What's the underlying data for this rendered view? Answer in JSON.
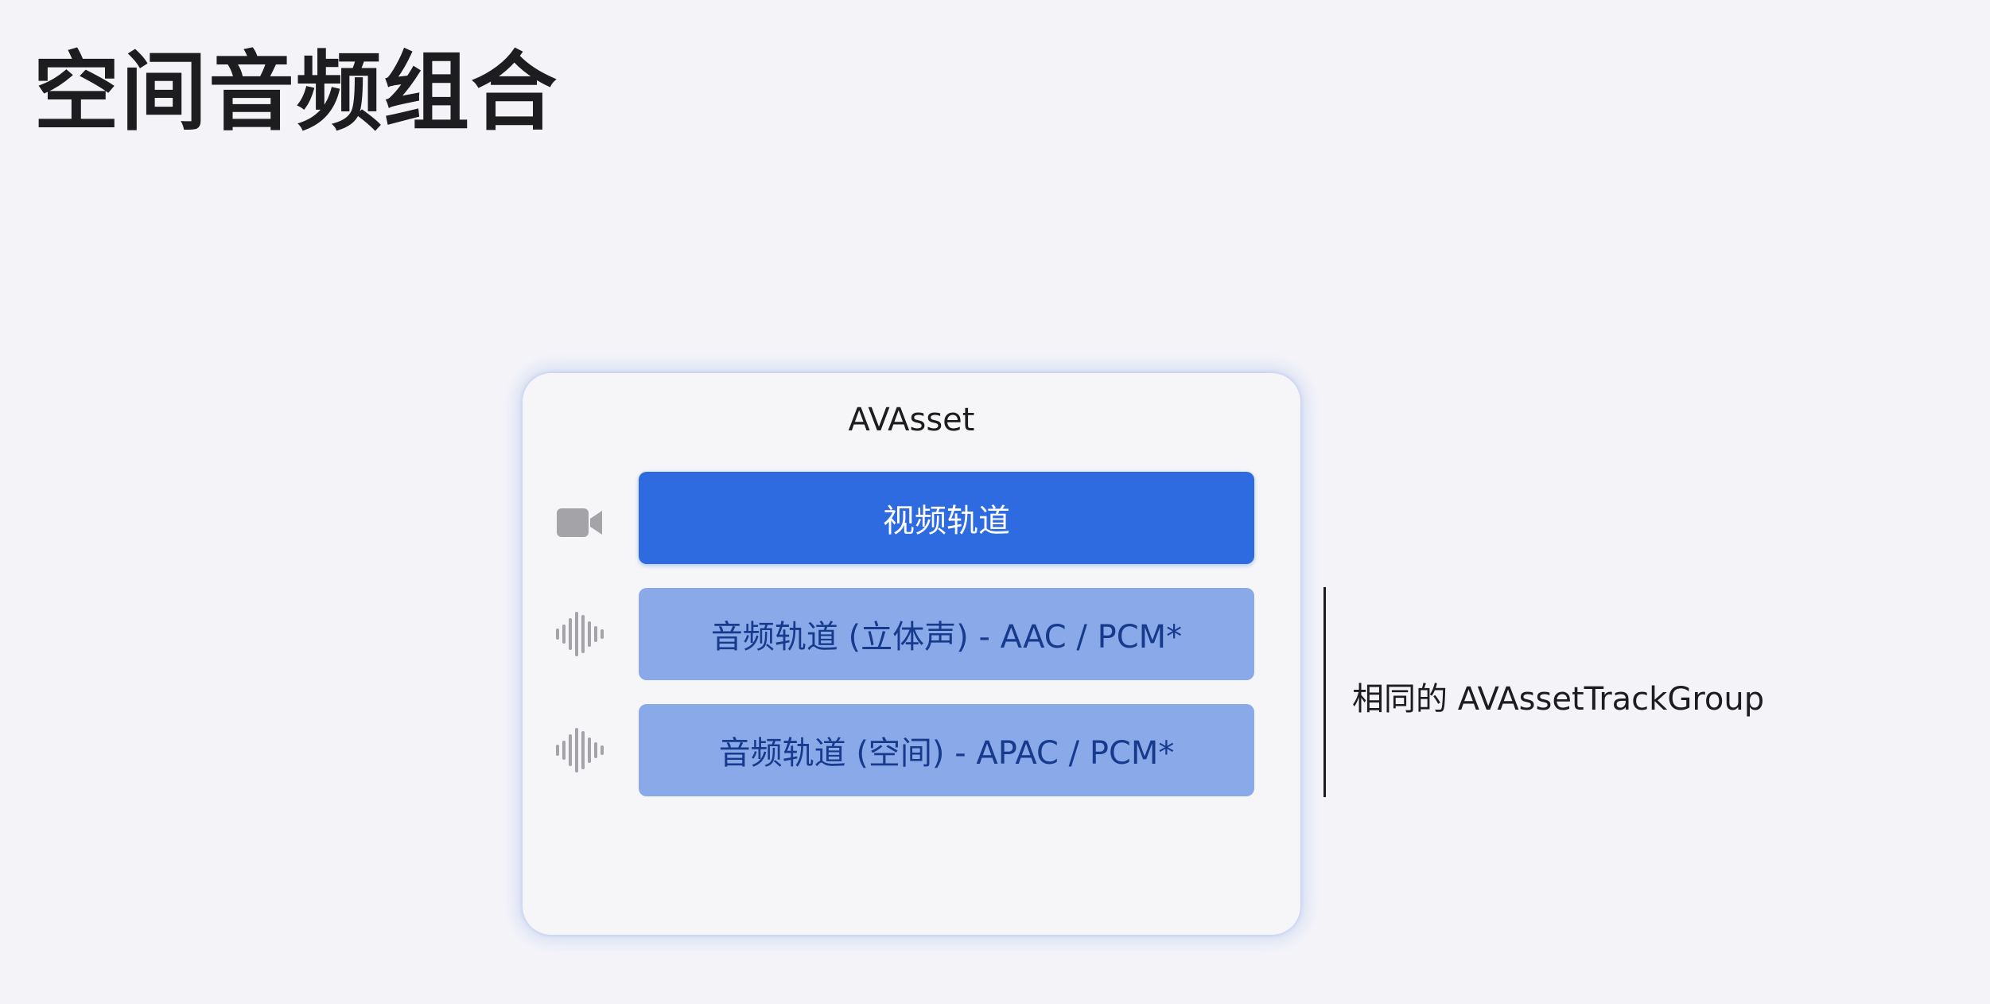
{
  "slide": {
    "title": "空间音频组合"
  },
  "asset": {
    "title": "AVAsset",
    "tracks": [
      {
        "label": "视频轨道",
        "icon": "video-camera-icon",
        "color": "#2e6be0"
      },
      {
        "label": "音频轨道 (立体声) - AAC / PCM*",
        "icon": "audio-waveform-icon",
        "color": "#8aa9e9"
      },
      {
        "label": "音频轨道 (空间) - APAC / PCM*",
        "icon": "audio-waveform-icon",
        "color": "#8aa9e9"
      }
    ]
  },
  "group": {
    "label": "相同的 AVAssetTrackGroup"
  },
  "colors": {
    "background": "#f4f4f8",
    "icon_gray": "#a3a3a8",
    "primary_blue": "#2e6be0",
    "light_blue": "#8aa9e9",
    "dark_text_blue": "#173a8c"
  }
}
